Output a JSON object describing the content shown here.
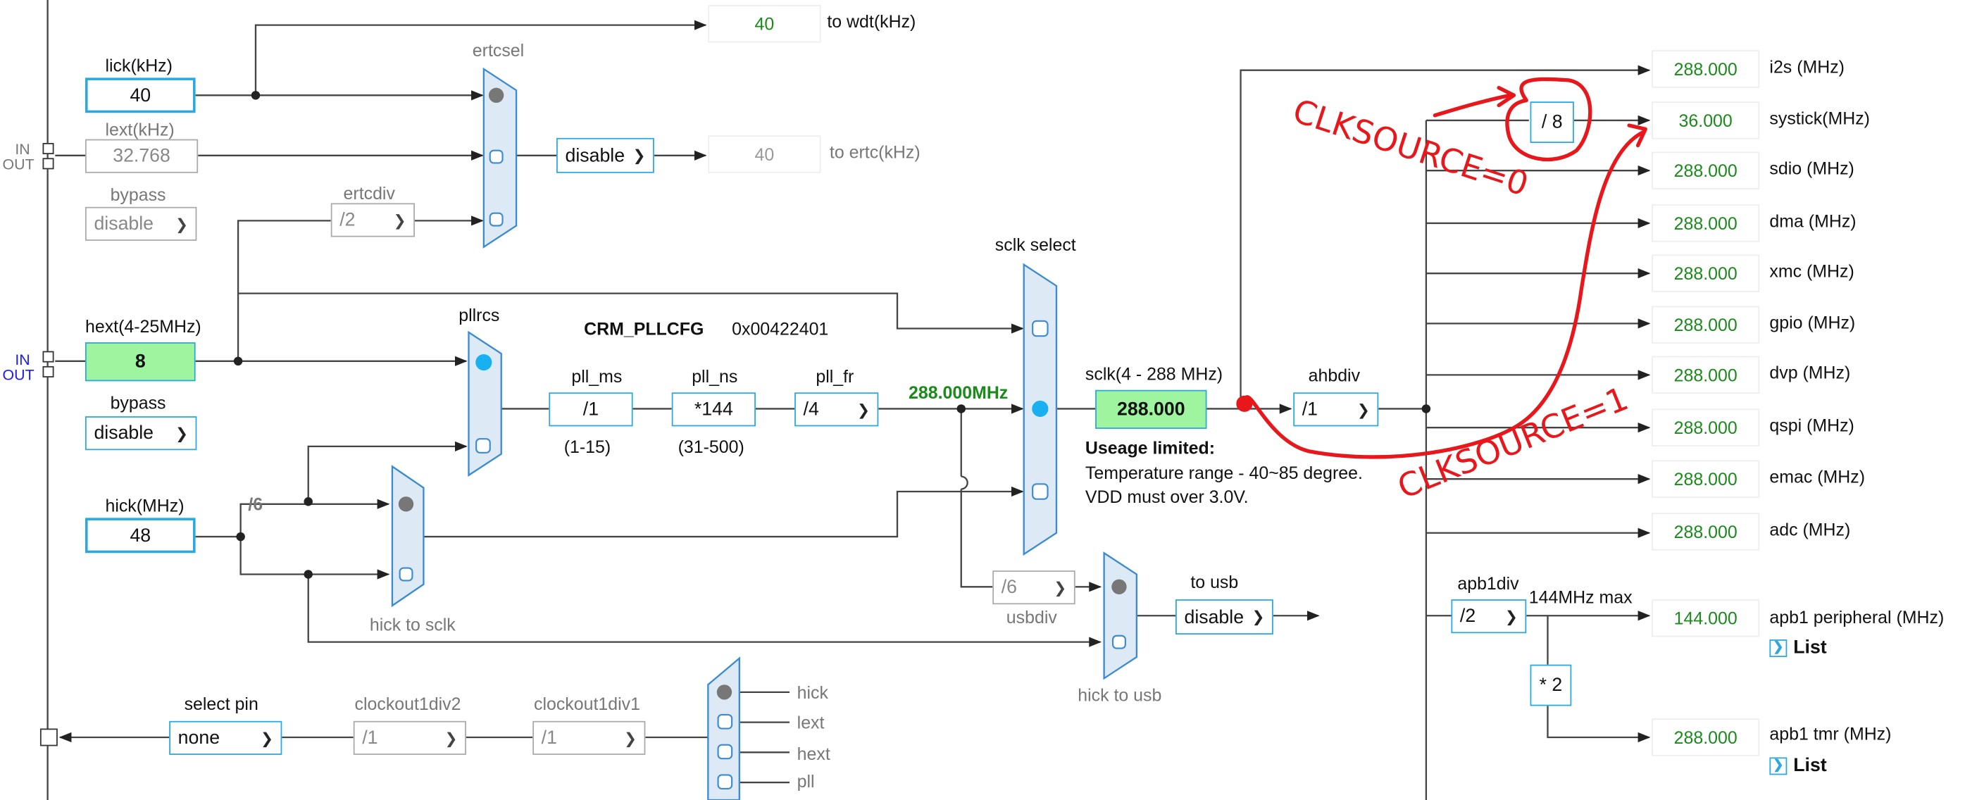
{
  "lick": {
    "label": "lick(kHz)",
    "value": "40"
  },
  "lext": {
    "label": "lext(kHz)",
    "value": "32.768",
    "in": "IN",
    "out": "OUT"
  },
  "lext_bypass": {
    "label": "bypass",
    "value": "disable"
  },
  "ertcsel": {
    "label": "ertcsel"
  },
  "ertcdiv": {
    "label": "ertcdiv",
    "value": "/2"
  },
  "ertc_enable": {
    "value": "disable"
  },
  "wdt": {
    "value": "40",
    "label": "to wdt(kHz)"
  },
  "ertc": {
    "value": "40",
    "label": "to ertc(kHz)"
  },
  "hext": {
    "label": "hext(4-25MHz)",
    "value": "8",
    "in": "IN",
    "out": "OUT"
  },
  "hext_bypass": {
    "label": "bypass",
    "value": "disable"
  },
  "hick": {
    "label": "hick(MHz)",
    "value": "48",
    "div": "/6"
  },
  "pllrcs": {
    "label": "pllrcs"
  },
  "pllcfg": {
    "name": "CRM_PLLCFG",
    "value": "0x00422401"
  },
  "pll_ms": {
    "label": "pll_ms",
    "value": "/1",
    "range": "(1-15)"
  },
  "pll_ns": {
    "label": "pll_ns",
    "value": "*144",
    "range": "(31-500)"
  },
  "pll_fr": {
    "label": "pll_fr",
    "value": "/4"
  },
  "pll_out": "288.000MHz",
  "sclk_select": {
    "label": "sclk select"
  },
  "sclk": {
    "label": "sclk(4 - 288 MHz)",
    "value": "288.000",
    "warn_title": "Useage limited:",
    "warn1": "Temperature range - 40~85 degree.",
    "warn2": "VDD must over 3.0V."
  },
  "hick_to_sclk": {
    "label": "hick to sclk"
  },
  "usbdiv": {
    "label": "usbdiv",
    "value": "/6"
  },
  "usb": {
    "label": "to usb",
    "value": "disable"
  },
  "hick_to_usb": {
    "label": "hick to usb"
  },
  "ahbdiv": {
    "label": "ahbdiv",
    "value": "/1"
  },
  "outputs": [
    {
      "value": "288.000",
      "label": "i2s (MHz)"
    },
    {
      "value": "36.000",
      "label": "systick(MHz)"
    },
    {
      "value": "288.000",
      "label": "sdio (MHz)"
    },
    {
      "value": "288.000",
      "label": "dma (MHz)"
    },
    {
      "value": "288.000",
      "label": "xmc (MHz)"
    },
    {
      "value": "288.000",
      "label": "gpio (MHz)"
    },
    {
      "value": "288.000",
      "label": "dvp (MHz)"
    },
    {
      "value": "288.000",
      "label": "qspi (MHz)"
    },
    {
      "value": "288.000",
      "label": "emac (MHz)"
    },
    {
      "value": "288.000",
      "label": "adc (MHz)"
    }
  ],
  "systick_div": "/ 8",
  "apb1div": {
    "label": "apb1div",
    "value": "/2",
    "max": "144MHz max",
    "mul": "* 2"
  },
  "apb1_periph": {
    "value": "144.000",
    "label": "apb1 peripheral (MHz)",
    "list": "List"
  },
  "apb1_tmr": {
    "value": "288.000",
    "label": "apb1 tmr (MHz)",
    "list": "List"
  },
  "clockout": {
    "select_label": "select pin",
    "select_value": "none",
    "div2_label": "clockout1div2",
    "div2_value": "/1",
    "div1_label": "clockout1div1",
    "div1_value": "/1",
    "options": [
      "hick",
      "lext",
      "hext",
      "pll"
    ]
  },
  "annotations": {
    "clk0": "CLKSOURCE=0",
    "clk1": "CLKSOURCE=1",
    "color": "#e8171b"
  },
  "colors": {
    "accent": "#2aa8e0",
    "value_green": "#1a8a1a",
    "active_dot": "#18b0f0",
    "mux_fill": "#dde9f4"
  }
}
